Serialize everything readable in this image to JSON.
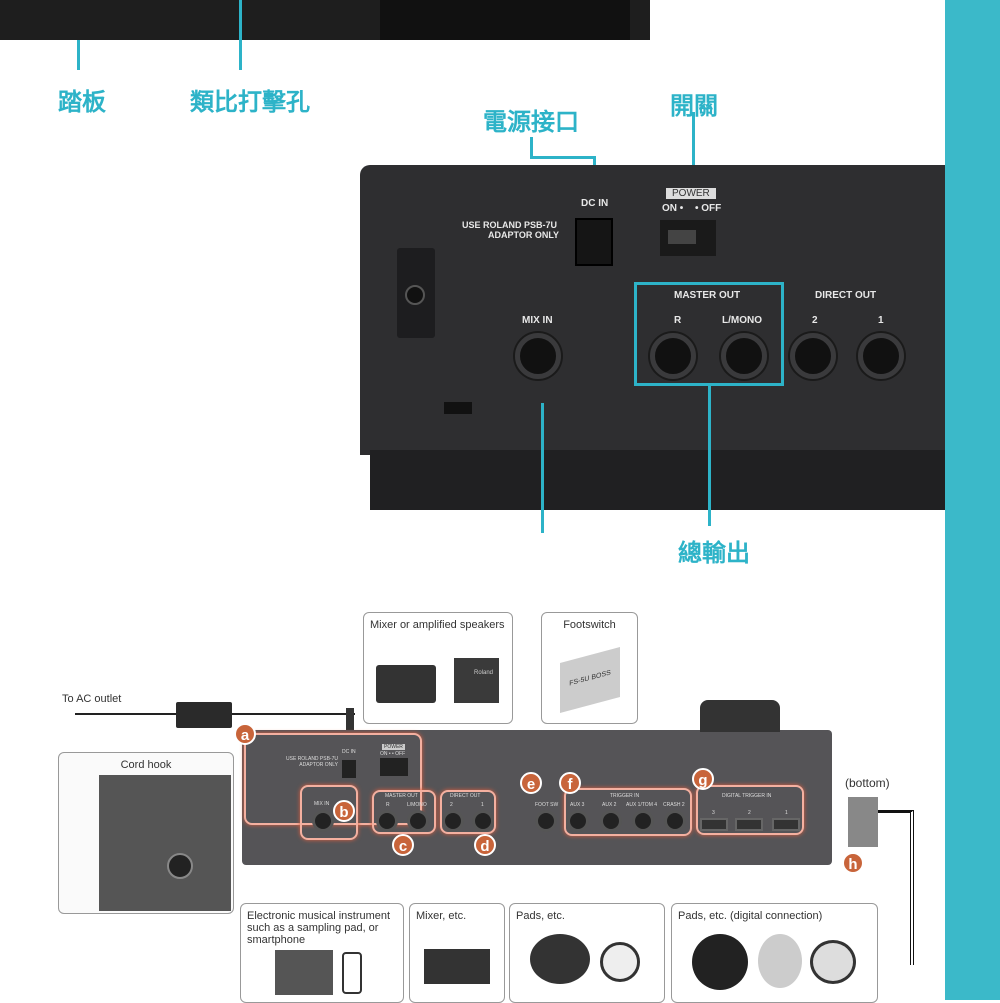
{
  "labels_zh": {
    "pedal": "踏板",
    "analog_trigger": "類比打擊孔",
    "dc_jack": "電源接口",
    "switch": "開關",
    "master_out": "總輸出"
  },
  "rear_panel": {
    "dc_in": "DC IN",
    "adaptor_note_1": "USE ROLAND PSB-7U",
    "adaptor_note_2": "ADAPTOR ONLY",
    "power": "POWER",
    "on": "ON •",
    "off": "• OFF",
    "mix_in": "MIX IN",
    "master_out": "MASTER OUT",
    "r": "R",
    "l_mono": "L/MONO",
    "direct_out": "DIRECT OUT",
    "d2": "2",
    "d1": "1"
  },
  "diagram": {
    "ac_outlet": "To AC outlet",
    "cord_hook": "Cord hook",
    "mixer_speakers": "Mixer or amplified speakers",
    "footswitch": "Footswitch",
    "footswitch_brand": "FS-5U BOSS",
    "speaker_brand": "Roland",
    "bottom": "(bottom)",
    "electronic": "Electronic musical instrument such as a sampling pad, or smartphone",
    "mixer_etc": "Mixer, etc.",
    "pads_etc": "Pads, etc.",
    "pads_digital": "Pads, etc. (digital connection)",
    "panel": {
      "dc_in": "DC IN",
      "adaptor": "USE ROLAND PSB-7U ADAPTOR ONLY",
      "power": "POWER",
      "on_off": "ON •   • OFF",
      "mix_in": "MIX IN",
      "master_out": "MASTER OUT",
      "r": "R",
      "l_mono": "L/MONO",
      "direct_out": "DIRECT OUT",
      "d2": "2",
      "d1": "1",
      "foot_sw": "FOOT SW",
      "trigger_in": "TRIGGER IN",
      "aux3": "AUX 3",
      "aux2": "AUX 2",
      "aux1": "AUX 1/TOM 4",
      "crash2": "CRASH 2",
      "digital_trigger_in": "DIGITAL TRIGGER IN",
      "dt3": "3",
      "dt2": "2",
      "dt1": "1"
    },
    "badges": [
      "a",
      "b",
      "c",
      "d",
      "e",
      "f",
      "g",
      "h"
    ]
  },
  "colors": {
    "teal": "#2db3c8",
    "badge": "#c8643a"
  }
}
